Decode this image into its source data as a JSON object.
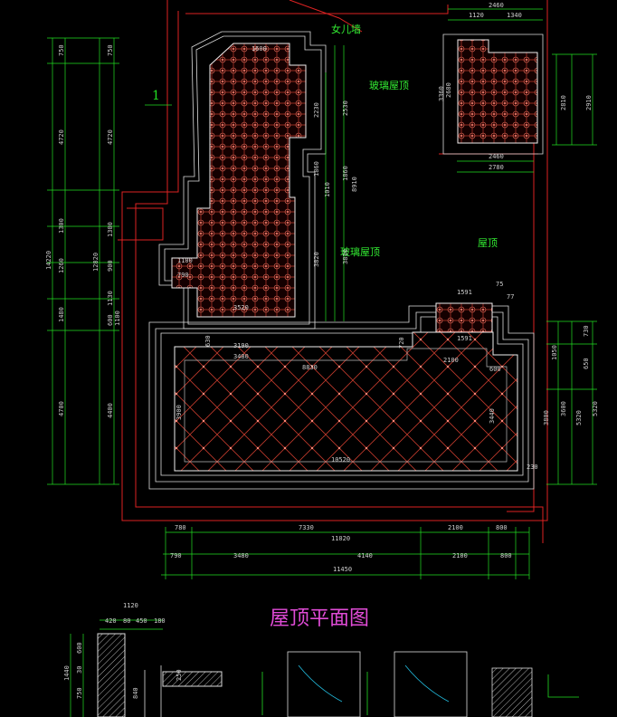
{
  "title": "屋顶平面图",
  "view_marker": "1",
  "labels": {
    "wall": "女儿墙",
    "glass_roof_upper": "玻璃屋顶",
    "glass_roof_lower": "玻璃屋顶",
    "roof": "屋顶"
  },
  "dims": {
    "left_outer": [
      "750",
      "4720",
      "1300",
      "1260",
      "1480",
      "4700",
      "14220"
    ],
    "left_inner": [
      "750",
      "4720",
      "1300",
      "900",
      "1130",
      "600",
      "1100",
      "4400",
      "12820"
    ],
    "mid_vertical": [
      "2230",
      "2530",
      "1860",
      "1860",
      "1010",
      "8910",
      "3820",
      "3830"
    ],
    "right_top": [
      "2460",
      "1120",
      "1340",
      "2680",
      "3360",
      "2460",
      "2780",
      "2810",
      "2910"
    ],
    "right_lower": [
      "1591",
      "75",
      "77",
      "1591",
      "730",
      "1050",
      "650",
      "3600",
      "5320",
      "3800",
      "5320",
      "230"
    ],
    "main": [
      "630",
      "3190",
      "3480",
      "8830",
      "720",
      "2100",
      "600",
      "3900",
      "3440",
      "10520"
    ],
    "small_top": [
      "1600",
      "1100",
      "790",
      "3520"
    ],
    "bottom_row1": [
      "780",
      "7330",
      "2100",
      "800"
    ],
    "bottom_total1": "11020",
    "bottom_row2": [
      "790",
      "3480",
      "4140",
      "2100",
      "800"
    ],
    "bottom_total2": "11450",
    "detail_top": "1120",
    "detail_sub": [
      "420",
      "80",
      "450",
      "180"
    ],
    "detail_side": [
      "1440",
      "600",
      "30",
      "750",
      "840",
      "250"
    ]
  }
}
